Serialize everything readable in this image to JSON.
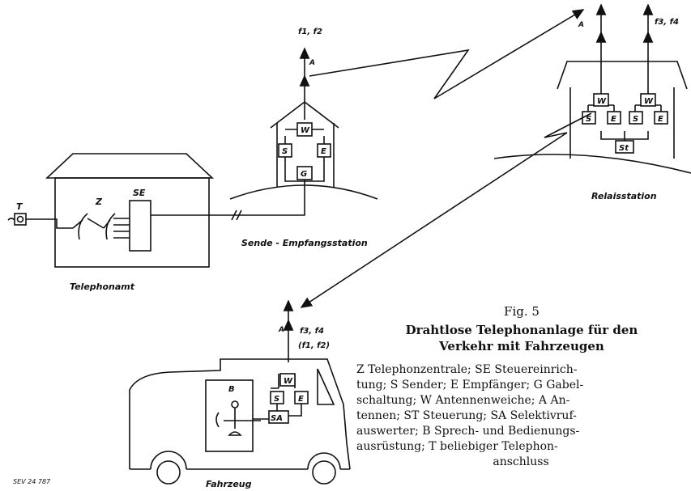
{
  "labels": {
    "telephonamt": "Telephonamt",
    "sendeEmpfang": "Sende - Empfangsstation",
    "relais": "Relaisstation",
    "fahrzeug": "Fahrzeug",
    "sev": "SEV 24 787",
    "freqSend": "f1, f2",
    "freqRelais": "f3, f4",
    "freqCar": "f3, f4",
    "freqCar2": "(f1, f2)",
    "antenna": "A",
    "telephone": "T",
    "zentrale": "Z",
    "steuer": "SE",
    "boxW": "W",
    "boxS": "S",
    "boxE": "E",
    "boxG": "G",
    "boxSt": "St",
    "boxSA": "SA",
    "boxB": "B"
  },
  "caption": {
    "fig": "Fig. 5",
    "title1": "Drahtlose Telephonanlage für den",
    "title2": "Verkehr mit Fahrzeugen"
  },
  "legend": {
    "line1": "Z Telephonzentrale; SE Steuereinrich-",
    "line2": "tung; S Sender; E Empfänger; G Gabel-",
    "line3": "schaltung; W Antennenweiche; A An-",
    "line4": "tennen; ST Steuerung; SA Selektivruf-",
    "line5": "auswerter; B Sprech- und Bedienungs-",
    "line6": "ausrüstung; T beliebiger Telephon-",
    "line7": "anschluss"
  }
}
